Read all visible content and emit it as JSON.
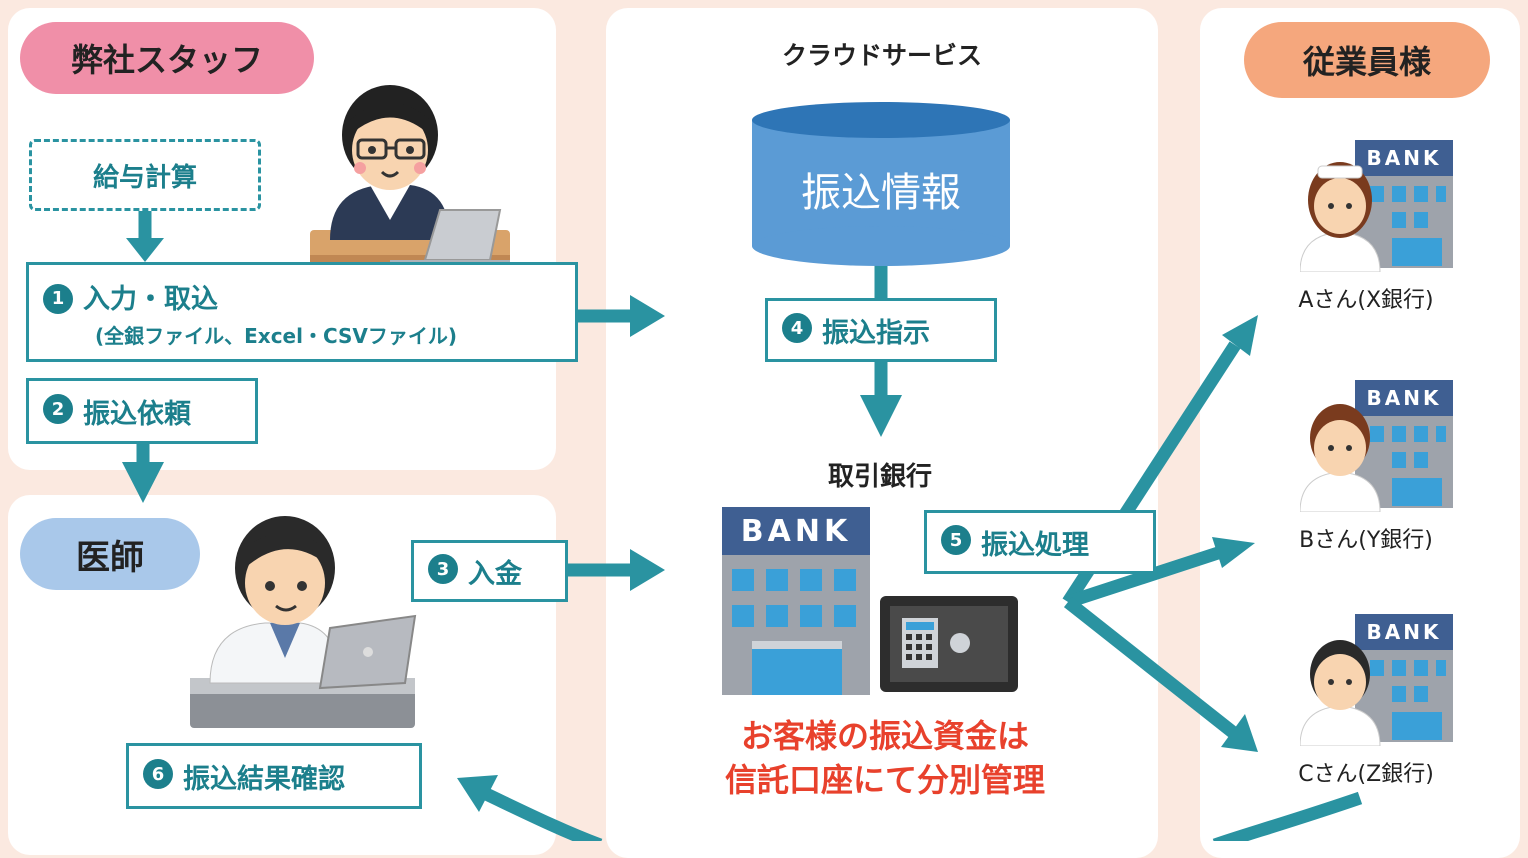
{
  "staff": {
    "title": "弊社スタッフ",
    "salary_calc": "給与計算"
  },
  "doctor": {
    "title": "医師"
  },
  "cloud": {
    "title": "クラウドサービス",
    "db_label": "振込情報",
    "bank_title": "取引銀行",
    "bank_sign": "BANK",
    "note_line1": "お客様の振込資金は",
    "note_line2": "信託口座にて分別管理"
  },
  "employees": {
    "title": "従業員様",
    "bank_sign": "BANK",
    "people": [
      {
        "label": "Aさん(X銀行)"
      },
      {
        "label": "Bさん(Y銀行)"
      },
      {
        "label": "Cさん(Z銀行)"
      }
    ]
  },
  "steps": [
    {
      "num": "1",
      "label": "入力・取込",
      "sub": "(全銀ファイル、Excel・CSVファイル)"
    },
    {
      "num": "2",
      "label": "振込依頼"
    },
    {
      "num": "3",
      "label": "入金"
    },
    {
      "num": "4",
      "label": "振込指示"
    },
    {
      "num": "5",
      "label": "振込処理"
    },
    {
      "num": "6",
      "label": "振込結果確認"
    }
  ],
  "colors": {
    "background": "#fbe9e0",
    "panel": "#ffffff",
    "accent_teal": "#2a93a1",
    "staff_pill": "#f08fa8",
    "doctor_pill": "#a9c8ea",
    "employee_pill": "#f5a77d",
    "database": "#5b9bd5",
    "note_red": "#e8412c"
  }
}
